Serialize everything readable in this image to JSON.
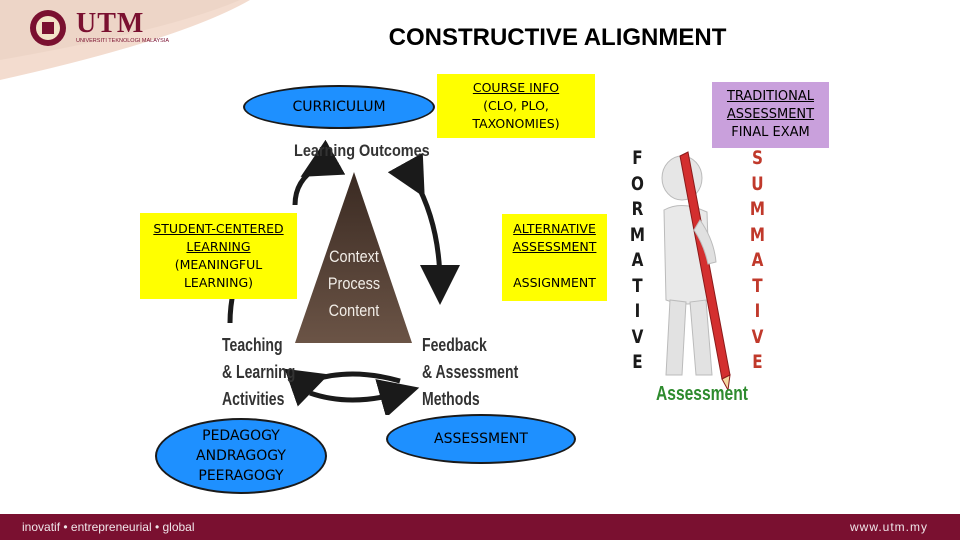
{
  "header": {
    "logo_text": "UTM",
    "logo_subtext": "UNIVERSITI TEKNOLOGI MALAYSIA",
    "title": "CONSTRUCTIVE ALIGNMENT"
  },
  "nodes": {
    "curriculum": "CURRICULUM",
    "course_info": [
      "COURSE INFO",
      "(CLO, PLO,",
      "TAXONOMIES)"
    ],
    "traditional": [
      "TRADITIONAL",
      "ASSESSMENT",
      "FINAL EXAM"
    ],
    "student_centered": [
      "STUDENT-CENTERED",
      "LEARNING",
      "(MEANINGFUL",
      "LEARNING)"
    ],
    "alternative": [
      "ALTERNATIVE",
      "ASSESSMENT",
      "ASSIGNMENT"
    ],
    "pedagogy": [
      "PEDAGOGY",
      "ANDRAGOGY",
      "PEERAGOGY"
    ],
    "assessment": "ASSESSMENT"
  },
  "cycle": {
    "learning_outcomes": "Learning Outcomes",
    "triangle": [
      "Context",
      "Process",
      "Content"
    ],
    "teaching": [
      "Teaching",
      "& Learning",
      "Activities"
    ],
    "feedback": [
      "Feedback",
      "& Assessment",
      "Methods"
    ]
  },
  "illustration": {
    "formative": [
      "F",
      "O",
      "R",
      "M",
      "A",
      "T",
      "I",
      "V",
      "E"
    ],
    "summative": [
      "S",
      "U",
      "M",
      "M",
      "A",
      "T",
      "I",
      "V",
      "E"
    ],
    "caption": "Assessment"
  },
  "footer": {
    "tagline": "inovatif • entrepreneurial • global",
    "url": "www.utm.my"
  },
  "colors": {
    "maroon": "#7a1030",
    "ellipse_blue": "#1e90ff",
    "yellow": "#ffff00",
    "purple": "#c9a0dc",
    "summative_red": "#c0392b",
    "assessment_green": "#2e8b2e"
  }
}
